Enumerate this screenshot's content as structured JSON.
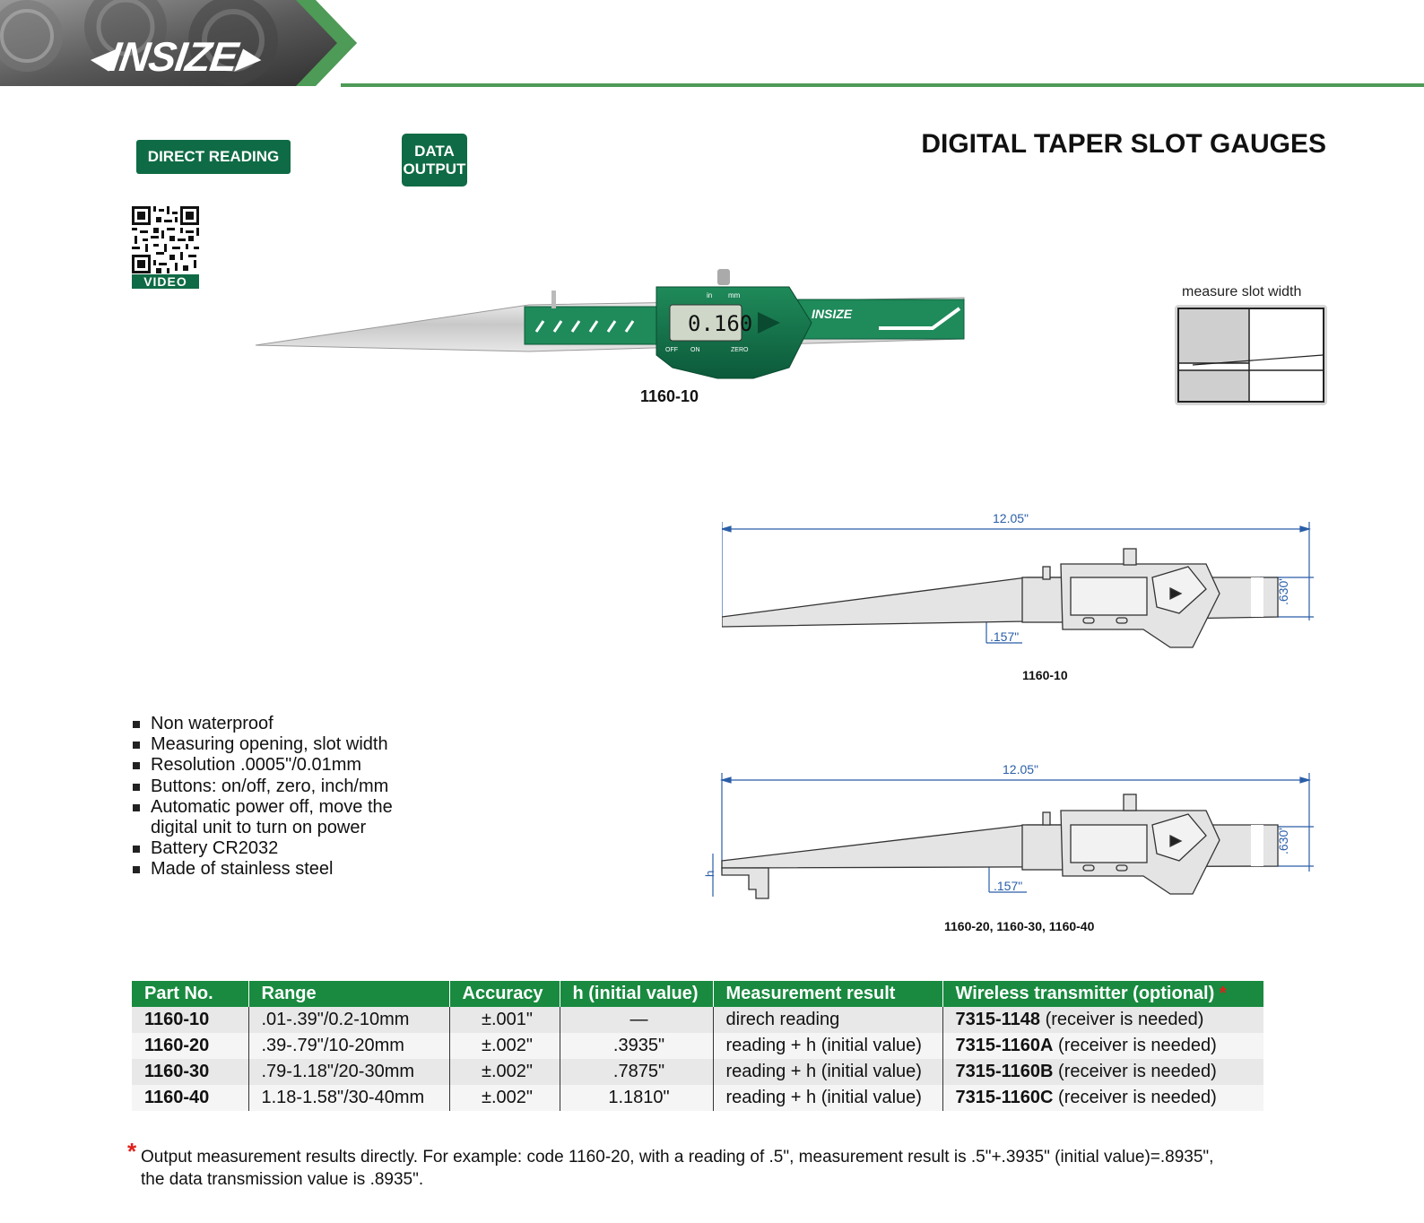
{
  "header": {
    "brand": "INSIZE"
  },
  "badges": {
    "direct_reading": "DIRECT READING",
    "data_output_line1": "DATA",
    "data_output_line2": "OUTPUT"
  },
  "title": "DIGITAL TAPER SLOT GAUGES",
  "qr": {
    "label": "VIDEO"
  },
  "product_photo": {
    "caption": "1160-10",
    "display_reading": "0.160",
    "unit_left": "in",
    "unit_right": "mm",
    "btn_off": "OFF",
    "btn_on": "ON",
    "btn_zero": "ZERO",
    "brand": "INSIZE"
  },
  "slot_diagram": {
    "label": "measure slot width"
  },
  "drawings": [
    {
      "caption": "1160-10",
      "length": "12.05\"",
      "height": ".630\"",
      "tip": ".157\""
    },
    {
      "caption": "1160-20, 1160-30, 1160-40",
      "length": "12.05\"",
      "height": ".630\"",
      "tip": ".157\"",
      "h_label": "h"
    }
  ],
  "features": [
    "Non waterproof",
    "Measuring opening, slot width",
    "Resolution .0005\"/0.01mm",
    "Buttons: on/off, zero, inch/mm",
    "Automatic power off, move the",
    "digital unit to turn on power",
    "Battery CR2032",
    "Made of stainless steel"
  ],
  "table": {
    "headers": [
      "Part No.",
      "Range",
      "Accuracy",
      "h (initial value)",
      "Measurement result",
      "Wireless transmitter (optional)"
    ],
    "header_star": "*",
    "rows": [
      {
        "part": "1160-10",
        "range": ".01-.39\"/0.2-10mm",
        "accuracy": "±.001\"",
        "h": "—",
        "result": "direch reading",
        "transmitter_code": "7315-1148",
        "transmitter_note": " (receiver is needed)"
      },
      {
        "part": "1160-20",
        "range": ".39-.79\"/10-20mm",
        "accuracy": "±.002\"",
        "h": ".3935\"",
        "result": "reading + h (initial value)",
        "transmitter_code": "7315-1160A",
        "transmitter_note": " (receiver is needed)"
      },
      {
        "part": "1160-30",
        "range": ".79-1.18\"/20-30mm",
        "accuracy": "±.002\"",
        "h": ".7875\"",
        "result": "reading + h (initial value)",
        "transmitter_code": "7315-1160B",
        "transmitter_note": " (receiver is needed)"
      },
      {
        "part": "1160-40",
        "range": "1.18-1.58\"/30-40mm",
        "accuracy": "±.002\"",
        "h": "1.1810\"",
        "result": "reading + h (initial value)",
        "transmitter_code": "7315-1160C",
        "transmitter_note": " (receiver is needed)"
      }
    ]
  },
  "footnote": {
    "star": "*",
    "line1": "Output measurement results directly. For example: code 1160-20, with a reading of .5\", measurement result is .5\"+.3935\" (initial value)=.8935\",",
    "line2": "the data transmission value is .8935\"."
  },
  "colors": {
    "brand_green": "#0f6b45",
    "table_header": "#198a3f",
    "accent_red": "#e0201b",
    "line_green": "#4e9a57",
    "dimension_blue": "#2a5ea8"
  }
}
